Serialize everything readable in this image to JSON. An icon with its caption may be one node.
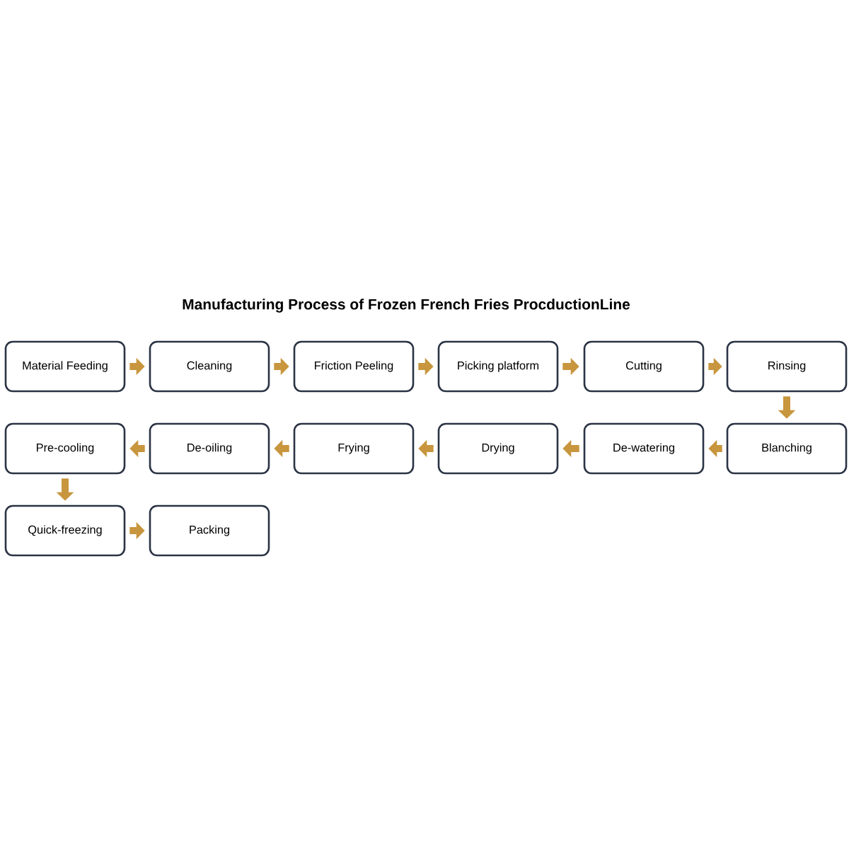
{
  "diagram": {
    "title": "Manufacturing Process of Frozen French Fries  ProcductionLine",
    "nodes": [
      {
        "text": [
          "Material Feeding"
        ]
      },
      {
        "text": [
          "Cleaning"
        ]
      },
      {
        "text": [
          "Friction Peeling"
        ]
      },
      {
        "text": [
          "Picking platform"
        ]
      },
      {
        "text": [
          "Cutting"
        ]
      },
      {
        "text": [
          "Rinsing"
        ]
      },
      {
        "text": [
          "Blanching"
        ]
      },
      {
        "text": [
          "De-watering"
        ]
      },
      {
        "text": [
          "Drying"
        ]
      },
      {
        "text": [
          "Frying"
        ]
      },
      {
        "text": [
          "De-oiling"
        ]
      },
      {
        "text": [
          "Pre-cooling"
        ]
      },
      {
        "text": [
          "Quick-freezing"
        ]
      },
      {
        "text": [
          "Packing"
        ]
      }
    ],
    "edges": [
      {
        "from": 0,
        "to": 1,
        "arrow": "to"
      },
      {
        "from": 1,
        "to": 2,
        "arrow": "to"
      },
      {
        "from": 2,
        "to": 3,
        "arrow": "to"
      },
      {
        "from": 3,
        "to": 4,
        "arrow": "to"
      },
      {
        "from": 4,
        "to": 5,
        "arrow": "to"
      },
      {
        "from": 5,
        "to": 6,
        "arrow": "to"
      },
      {
        "from": 6,
        "to": 7,
        "arrow": "to"
      },
      {
        "from": 7,
        "to": 8,
        "arrow": "to"
      },
      {
        "from": 8,
        "to": 9,
        "arrow": "to"
      },
      {
        "from": 9,
        "to": 10,
        "arrow": "to"
      },
      {
        "from": 10,
        "to": 11,
        "arrow": "to"
      },
      {
        "from": 11,
        "to": 12,
        "arrow": "to"
      },
      {
        "from": 12,
        "to": 13,
        "arrow": "to"
      }
    ]
  }
}
